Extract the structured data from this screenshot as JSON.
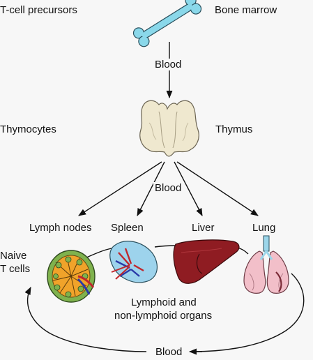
{
  "labels": {
    "tcell_precursors": "T-cell precursors",
    "bone_marrow": "Bone marrow",
    "blood_1": "Blood",
    "thymocytes": "Thymocytes",
    "thymus": "Thymus",
    "blood_2": "Blood",
    "lymph_nodes": "Lymph nodes",
    "spleen": "Spleen",
    "liver": "Liver",
    "lung": "Lung",
    "naive_line1": "Naive",
    "naive_line2": "T cells",
    "organs_line1": "Lymphoid and",
    "organs_line2": "non-lymphoid organs",
    "blood_3": "Blood"
  },
  "colors": {
    "bone": "#8ad8ea",
    "thymus": "#efe8cf",
    "lymph_node": "#f0a32a",
    "lymph_node_rim": "#7fb24d",
    "spleen": "#9dd3ec",
    "vessel_red": "#c0262c",
    "vessel_blue": "#2a3aa8",
    "liver": "#8f1c22",
    "lung": "#f2bfc9",
    "trachea": "#9cd6ea"
  },
  "icons": [
    "bone-icon",
    "thymus-icon",
    "lymph-node-icon",
    "spleen-icon",
    "liver-icon",
    "lung-icon"
  ]
}
